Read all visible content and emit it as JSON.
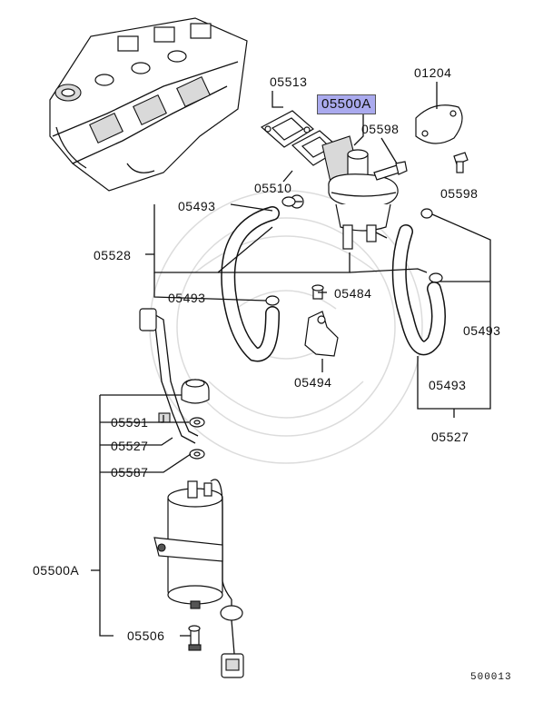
{
  "labels": {
    "p05513": "05513",
    "p05500a_top": "05500A",
    "p01204": "01204",
    "p05598_a": "05598",
    "p05598_b": "05598",
    "p05510": "05510",
    "p05493_a": "05493",
    "p05528": "05528",
    "p05493_b": "05493",
    "p05484": "05484",
    "p05493_c": "05493",
    "p05494": "05494",
    "p05493_d": "05493",
    "p05591": "05591",
    "p05527_a": "05527",
    "p05587": "05587",
    "p05527_b": "05527",
    "p05500a_bottom": "05500A",
    "p05506": "05506"
  },
  "figure_number": "500013",
  "colors": {
    "highlight": "#aaaaee",
    "line": "#111111"
  }
}
